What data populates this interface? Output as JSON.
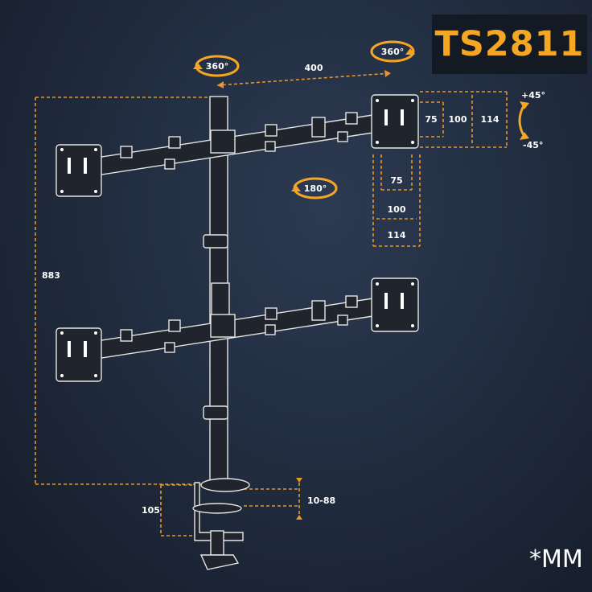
{
  "model": "TS2811",
  "unit": "*MM",
  "labels": {
    "swivel_left": "360°",
    "swivel_right": "360°",
    "rotate": "180°",
    "tilt_up": "+45°",
    "tilt_down": "-45°",
    "arm_span": "400",
    "height": "883",
    "vesa_v1": "75",
    "vesa_v2": "100",
    "vesa_v3": "114",
    "vesa_h1": "75",
    "vesa_h2": "100",
    "vesa_h3": "114",
    "clamp_depth": "105",
    "clamp_range": "10-88"
  },
  "colors": {
    "accent": "#f5a623",
    "background": "#1f2a3c",
    "line": "#e6e6e6"
  }
}
